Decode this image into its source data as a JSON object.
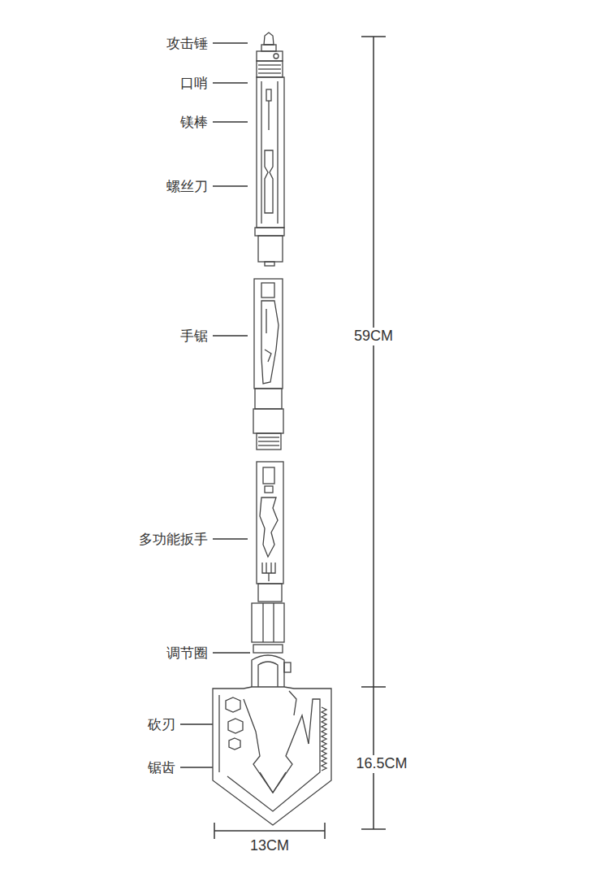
{
  "diagram": {
    "labels": [
      "攻击锤",
      "口哨",
      "镁棒",
      "螺丝刀",
      "手锯",
      "多功能扳手",
      "调节圈",
      "砍刃",
      "锯齿",
      "59CM",
      "16.5CM",
      "13CM"
    ]
  }
}
